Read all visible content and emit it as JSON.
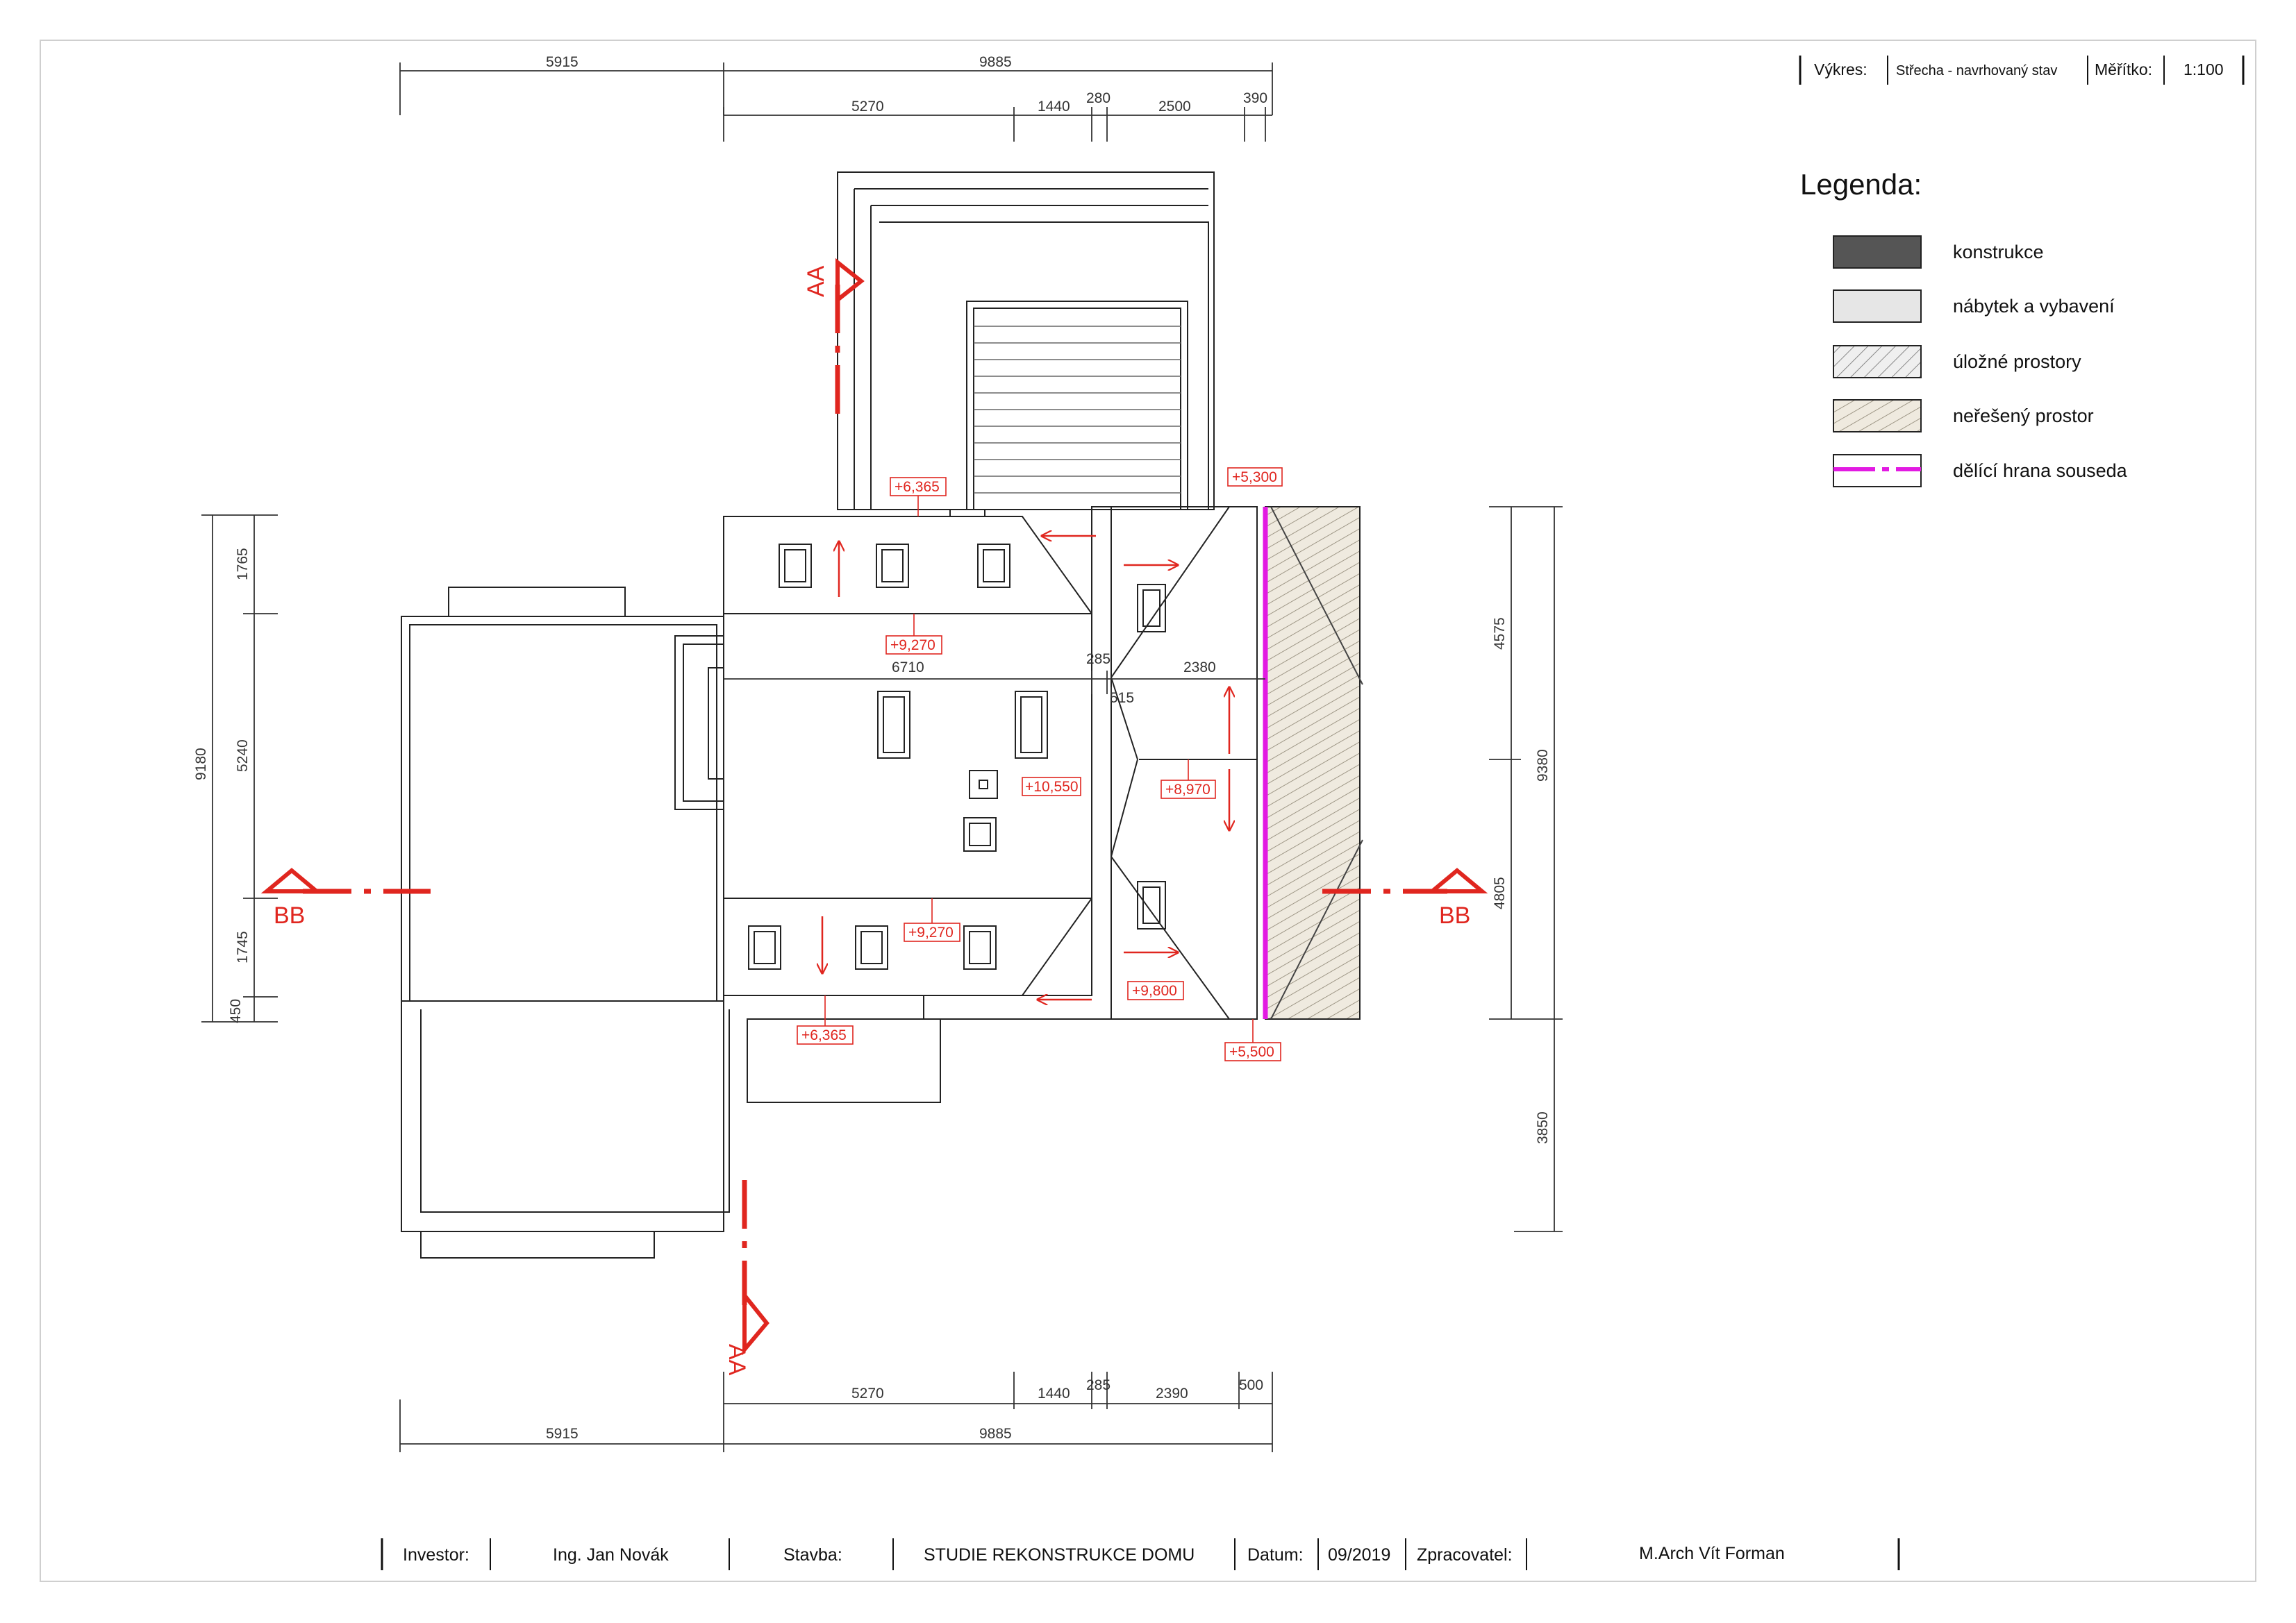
{
  "header": {
    "drawing_label": "Výkres:",
    "drawing_value": "Střecha - navrhovaný stav",
    "scale_label": "Měřítko:",
    "scale_value": "1:100"
  },
  "legend": {
    "title": "Legenda:",
    "items": [
      {
        "label": "konstrukce",
        "fill": "#555555",
        "pattern": "solid"
      },
      {
        "label": "nábytek a vybavení",
        "fill": "#e6e6e6",
        "pattern": "solid"
      },
      {
        "label": "úložné prostory",
        "fill": "#ededed",
        "pattern": "hatch"
      },
      {
        "label": "neřešený prostor",
        "fill": "#ece9df",
        "pattern": "crosshatch"
      },
      {
        "label": "dělící hrana souseda",
        "fill": "#ffffff",
        "pattern": "magenta-line"
      }
    ]
  },
  "footer": {
    "investor_label": "Investor:",
    "investor_value": "Ing. Jan Novák",
    "stavba_label": "Stavba:",
    "stavba_value": "STUDIE REKONSTRUKCE DOMU",
    "datum_label": "Datum:",
    "datum_value": "09/2019",
    "zprac_label": "Zpracovatel:",
    "zprac_value": "M.Arch Vít Forman"
  },
  "dimensions": {
    "top_total_left": "5915",
    "top_total_right": "9885",
    "top_seg_1": "5270",
    "top_seg_2": "1440",
    "top_seg_3": "280",
    "top_seg_4": "2500",
    "top_seg_5": "390",
    "bottom_seg_1": "5270",
    "bottom_seg_2": "1440",
    "bottom_seg_3": "285",
    "bottom_seg_4": "2390",
    "bottom_seg_5": "500",
    "bottom_total_left": "5915",
    "bottom_total_right": "9885",
    "left_total": "9180",
    "left_seg_1": "1765",
    "left_seg_2": "5240",
    "left_seg_3": "1745",
    "left_seg_4": "450",
    "right_total": "9380",
    "right_seg_1": "4575",
    "right_seg_2": "4805",
    "right_seg_3": "3850",
    "inner_1": "6710",
    "inner_2": "285",
    "inner_3": "2380",
    "inner_4": "515"
  },
  "elevations": {
    "e1": "+6,365",
    "e2": "+5,300",
    "e3": "+9,270",
    "e4": "+10,550",
    "e5": "+8,970",
    "e6": "+9,270",
    "e7": "+9,800",
    "e8": "+6,365",
    "e9": "+5,500"
  },
  "sections": {
    "aa": "AA",
    "bb": "BB"
  },
  "colors": {
    "section_red": "#e0261f",
    "neighbour_magenta": "#e21ae2",
    "line": "#222222"
  }
}
